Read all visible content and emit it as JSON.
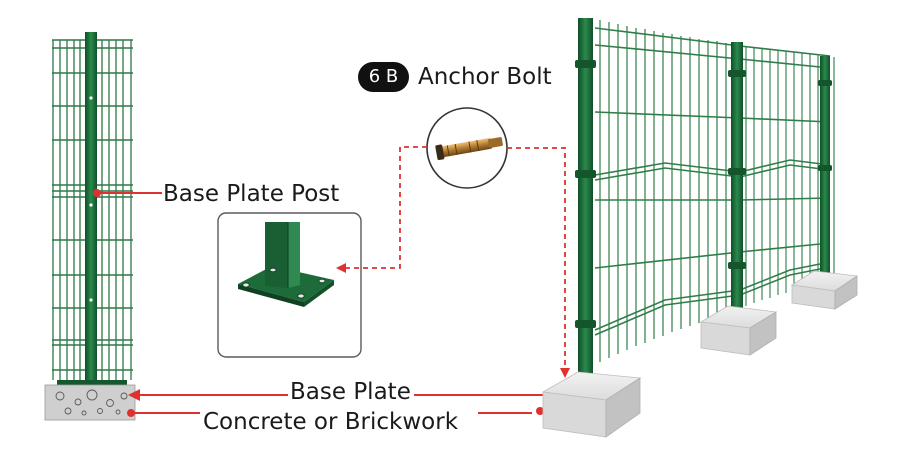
{
  "labels": {
    "base_plate_post": "Base Plate Post",
    "anchor_bolt": "Anchor Bolt",
    "base_plate": "Base Plate",
    "concrete": "Concrete or Brickwork"
  },
  "badge": {
    "text": "6 B"
  },
  "colors": {
    "fence_green": "#1f6e3c",
    "post_green": "#1a6a38",
    "callout_red": "#e03131",
    "concrete_gray": "#d9d9d9",
    "badge_black": "#111111"
  }
}
